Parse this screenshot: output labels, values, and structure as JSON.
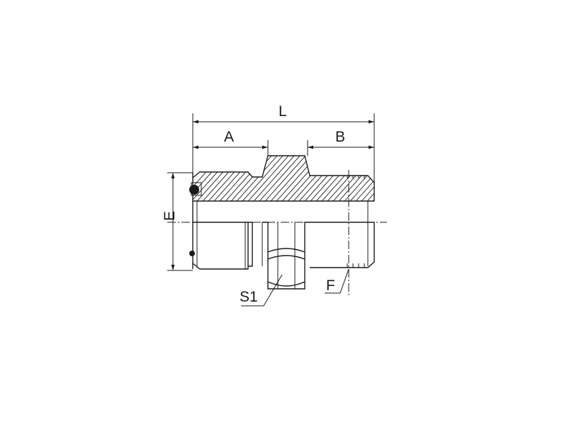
{
  "drawing": {
    "labels": {
      "overall_length": "L",
      "face_seal_length": "A",
      "pipe_thread_length": "B",
      "diameter": "E",
      "hex_size": "S1",
      "thread_size": "F"
    }
  }
}
